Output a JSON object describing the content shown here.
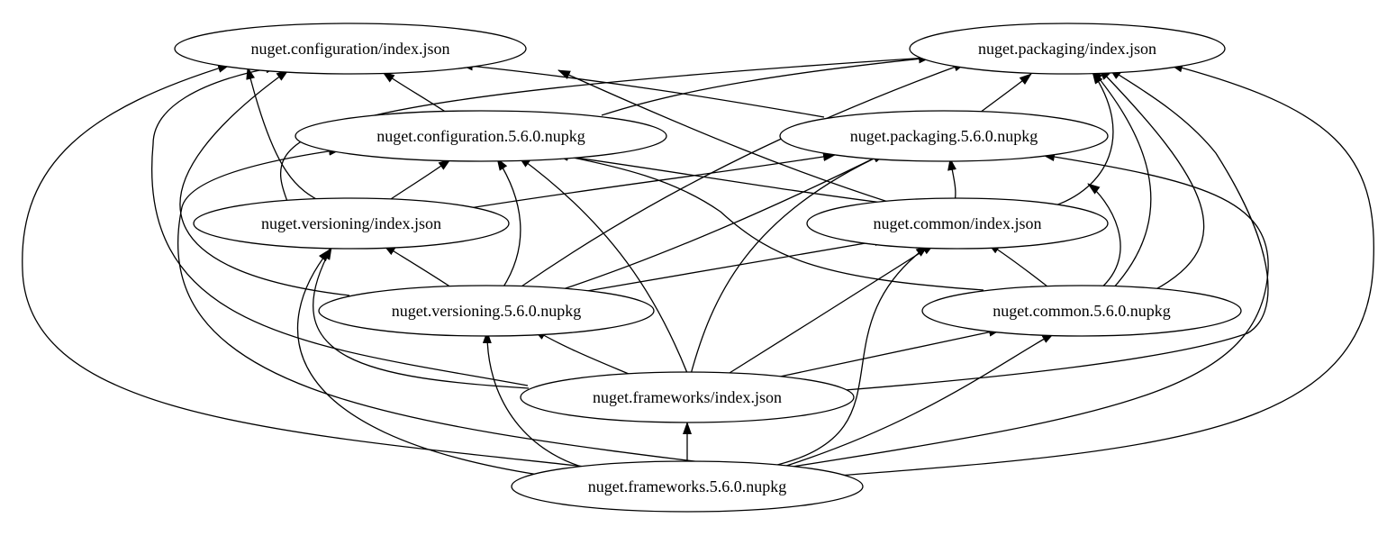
{
  "graph": {
    "nodes": [
      {
        "id": "cfg_json",
        "label": "nuget.configuration/index.json"
      },
      {
        "id": "pkg_json",
        "label": "nuget.packaging/index.json"
      },
      {
        "id": "cfg_nupkg",
        "label": "nuget.configuration.5.6.0.nupkg"
      },
      {
        "id": "pkg_nupkg",
        "label": "nuget.packaging.5.6.0.nupkg"
      },
      {
        "id": "ver_json",
        "label": "nuget.versioning/index.json"
      },
      {
        "id": "com_json",
        "label": "nuget.common/index.json"
      },
      {
        "id": "ver_nupkg",
        "label": "nuget.versioning.5.6.0.nupkg"
      },
      {
        "id": "com_nupkg",
        "label": "nuget.common.5.6.0.nupkg"
      },
      {
        "id": "fw_json",
        "label": "nuget.frameworks/index.json"
      },
      {
        "id": "fw_nupkg",
        "label": "nuget.frameworks.5.6.0.nupkg"
      }
    ],
    "edges": [
      {
        "from": "cfg_nupkg",
        "to": "cfg_json"
      },
      {
        "from": "cfg_nupkg",
        "to": "pkg_json"
      },
      {
        "from": "pkg_nupkg",
        "to": "pkg_json"
      },
      {
        "from": "pkg_nupkg",
        "to": "cfg_json"
      },
      {
        "from": "ver_json",
        "to": "cfg_json"
      },
      {
        "from": "ver_json",
        "to": "cfg_nupkg"
      },
      {
        "from": "ver_json",
        "to": "pkg_json"
      },
      {
        "from": "ver_json",
        "to": "pkg_nupkg"
      },
      {
        "from": "com_json",
        "to": "pkg_nupkg"
      },
      {
        "from": "com_json",
        "to": "cfg_nupkg"
      },
      {
        "from": "com_json",
        "to": "pkg_json"
      },
      {
        "from": "com_json",
        "to": "cfg_json"
      },
      {
        "from": "ver_nupkg",
        "to": "ver_json"
      },
      {
        "from": "ver_nupkg",
        "to": "com_json"
      },
      {
        "from": "ver_nupkg",
        "to": "cfg_nupkg"
      },
      {
        "from": "ver_nupkg",
        "to": "pkg_nupkg"
      },
      {
        "from": "ver_nupkg",
        "to": "pkg_json"
      },
      {
        "from": "ver_nupkg",
        "to": "cfg_json"
      },
      {
        "from": "com_nupkg",
        "to": "com_json"
      },
      {
        "from": "com_nupkg",
        "to": "cfg_nupkg"
      },
      {
        "from": "com_nupkg",
        "to": "pkg_nupkg"
      },
      {
        "from": "com_nupkg",
        "to": "pkg_json"
      },
      {
        "from": "com_nupkg",
        "to": "pkg_json"
      },
      {
        "from": "fw_json",
        "to": "ver_nupkg"
      },
      {
        "from": "fw_json",
        "to": "com_nupkg"
      },
      {
        "from": "fw_json",
        "to": "com_json"
      },
      {
        "from": "fw_json",
        "to": "cfg_nupkg"
      },
      {
        "from": "fw_json",
        "to": "pkg_nupkg"
      },
      {
        "from": "fw_json",
        "to": "ver_json"
      },
      {
        "from": "fw_json",
        "to": "cfg_json"
      },
      {
        "from": "fw_json",
        "to": "pkg_json"
      },
      {
        "from": "fw_nupkg",
        "to": "fw_json"
      },
      {
        "from": "fw_nupkg",
        "to": "ver_nupkg"
      },
      {
        "from": "fw_nupkg",
        "to": "ver_json"
      },
      {
        "from": "fw_nupkg",
        "to": "com_nupkg"
      },
      {
        "from": "fw_nupkg",
        "to": "com_json"
      },
      {
        "from": "fw_nupkg",
        "to": "cfg_json"
      },
      {
        "from": "fw_nupkg",
        "to": "pkg_json"
      },
      {
        "from": "fw_nupkg",
        "to": "cfg_nupkg"
      },
      {
        "from": "fw_nupkg",
        "to": "pkg_nupkg"
      }
    ]
  }
}
